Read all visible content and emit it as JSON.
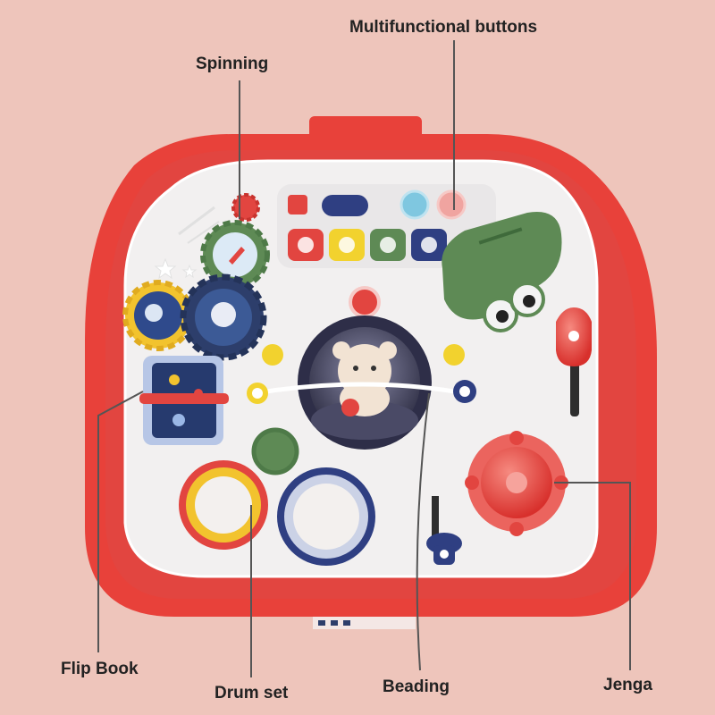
{
  "image": {
    "background_color": "#EEC5BB",
    "toy_frame_color": "#E8413A",
    "panel_color": "#F2F0F0",
    "callouts": [
      {
        "id": "multifunctional-buttons",
        "text": "Multifunctional buttons"
      },
      {
        "id": "spinning",
        "text": "Spinning"
      },
      {
        "id": "flip-book",
        "text": "Flip Book"
      },
      {
        "id": "drum-set",
        "text": "Drum set"
      },
      {
        "id": "beading",
        "text": "Beading"
      },
      {
        "id": "jenga",
        "text": "Jenga"
      }
    ]
  }
}
